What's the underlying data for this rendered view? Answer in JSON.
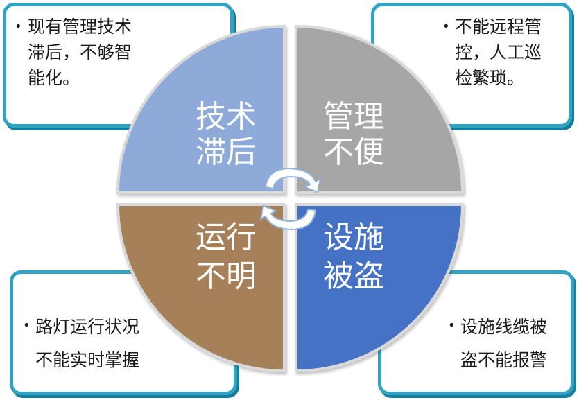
{
  "quadrants": {
    "top_left": {
      "line1": "技术",
      "line2": "滞后",
      "color": "#8eaad9"
    },
    "top_right": {
      "line1": "管理",
      "line2": "不便",
      "color": "#a6a6a6"
    },
    "bottom_left": {
      "line1": "运行",
      "line2": "不明",
      "color": "#a58059"
    },
    "bottom_right": {
      "line1": "设施",
      "line2": "被盗",
      "color": "#4472c4"
    }
  },
  "callouts": {
    "top_left": {
      "line1": "现有管理技术",
      "line2": "滞后，不够智",
      "line3": "能化。"
    },
    "top_right": {
      "line1": "不能远程管",
      "line2": "控，人工巡",
      "line3": "检繁琐。"
    },
    "bottom_left": {
      "line1": "路灯运行状况",
      "line2": "不能实时掌握"
    },
    "bottom_right": {
      "line1": "设施线缆被",
      "line2": "盗不能报警"
    }
  },
  "icons": {
    "bullet": "bullet-dot",
    "cycle": "circular-arrows-icon"
  },
  "colors": {
    "callout_border": "#31a4c6",
    "quadrant_border": "#d9d9d9",
    "text": "#1a1a1a"
  }
}
